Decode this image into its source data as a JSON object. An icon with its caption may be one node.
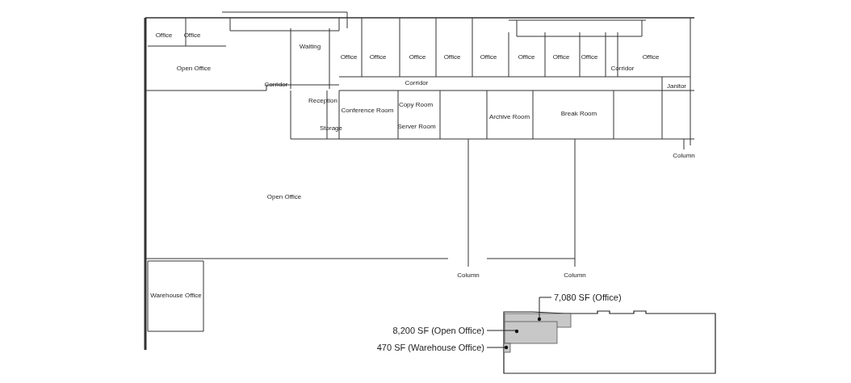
{
  "diagram": {
    "nodes": [
      {
        "text": [
          "7,080 SF (Office)"
        ]
      },
      {
        "text": [
          "8,200 SF (Open Office)"
        ]
      },
      {
        "text": [
          "470 SF (Warehouse Office)"
        ]
      },
      {
        "text": [],
        "shape": "box"
      },
      {
        "text": [],
        "shape": "box"
      },
      {
        "text": [],
        "shape": "box"
      }
    ],
    "edges": [
      {
        "from": 0,
        "to": 3,
        "arrow": "other"
      },
      {
        "from": 1,
        "to": 4,
        "arrow": "other"
      },
      {
        "from": 2,
        "to": 5,
        "arrow": "other"
      }
    ],
    "labels": [
      "Office",
      "Office",
      "Open Office",
      "Waiting",
      "Office",
      "Office",
      "Office",
      "Office",
      "Office",
      "Office",
      "Office",
      "Office",
      "Office",
      "Corridor",
      "Corridor",
      "Corridor",
      "Reception",
      "Conference Room",
      "Copy Room",
      "Archive Room",
      "Break Room",
      "Janitor",
      "Server Room",
      "Storage",
      "Open Office",
      "Column",
      "Column",
      "Column",
      "Warehouse Office"
    ]
  }
}
